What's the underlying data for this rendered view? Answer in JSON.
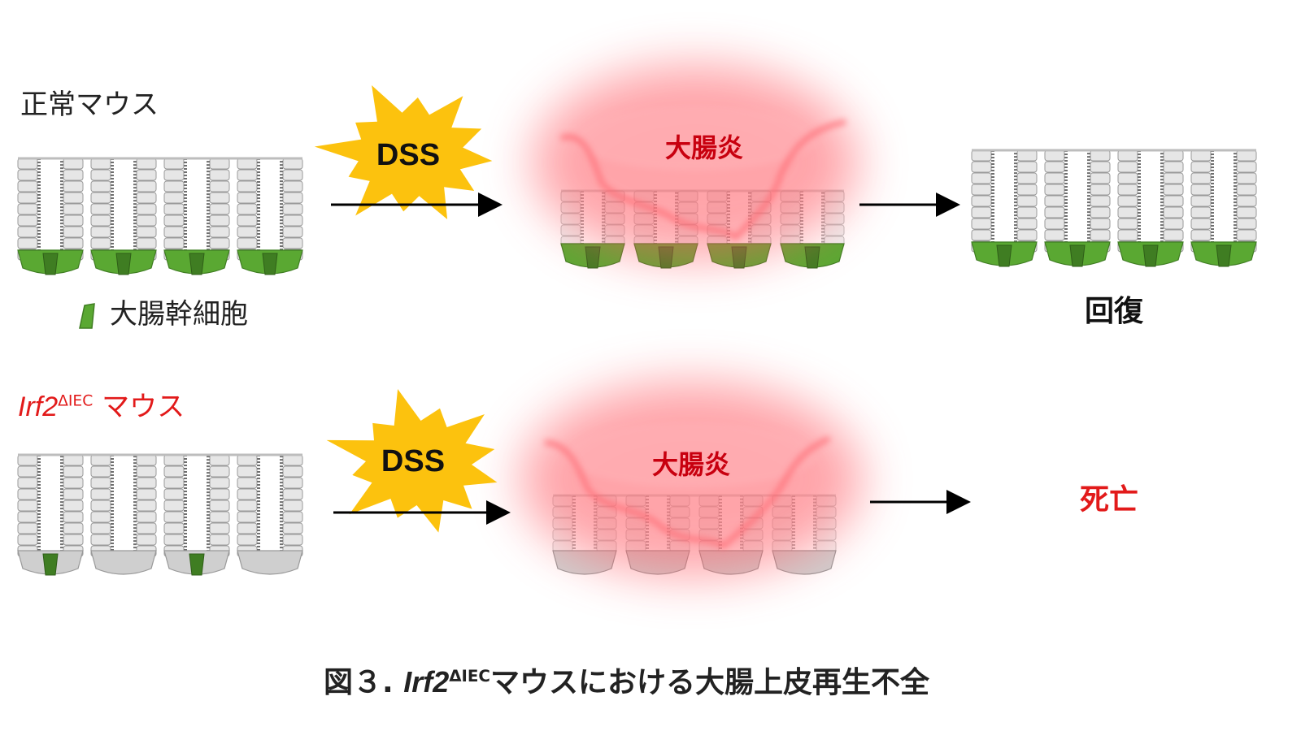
{
  "rows": [
    {
      "id": "normal",
      "mouse_label": "正常マウス",
      "treatment": "DSS",
      "condition": "大腸炎",
      "outcome": "回復",
      "stem_cells": "intact"
    },
    {
      "id": "knockout",
      "mouse_label_gene": "Irf2",
      "mouse_label_sup": "ΔIEC",
      "mouse_label_suffix": " マウス",
      "treatment": "DSS",
      "condition": "大腸炎",
      "outcome": "死亡",
      "stem_cells": "reduced"
    }
  ],
  "legend": {
    "stem_cell_label": "大腸幹細胞"
  },
  "caption": {
    "prefix": "図３. ",
    "gene": "Irf2",
    "sup": "ΔIEC",
    "suffix": "マウスにおける大腸上皮再生不全"
  },
  "colors": {
    "starburst": "#fcc20e",
    "inflammation": "#ff4d57",
    "stem_cell": "#5aa832",
    "stem_cell_dark": "#3f7d22",
    "epithelium": "#e6e6e6",
    "brush_border": "#6f6f6f",
    "highlight_red": "#e21a1a",
    "condition_text": "#c8000f"
  }
}
